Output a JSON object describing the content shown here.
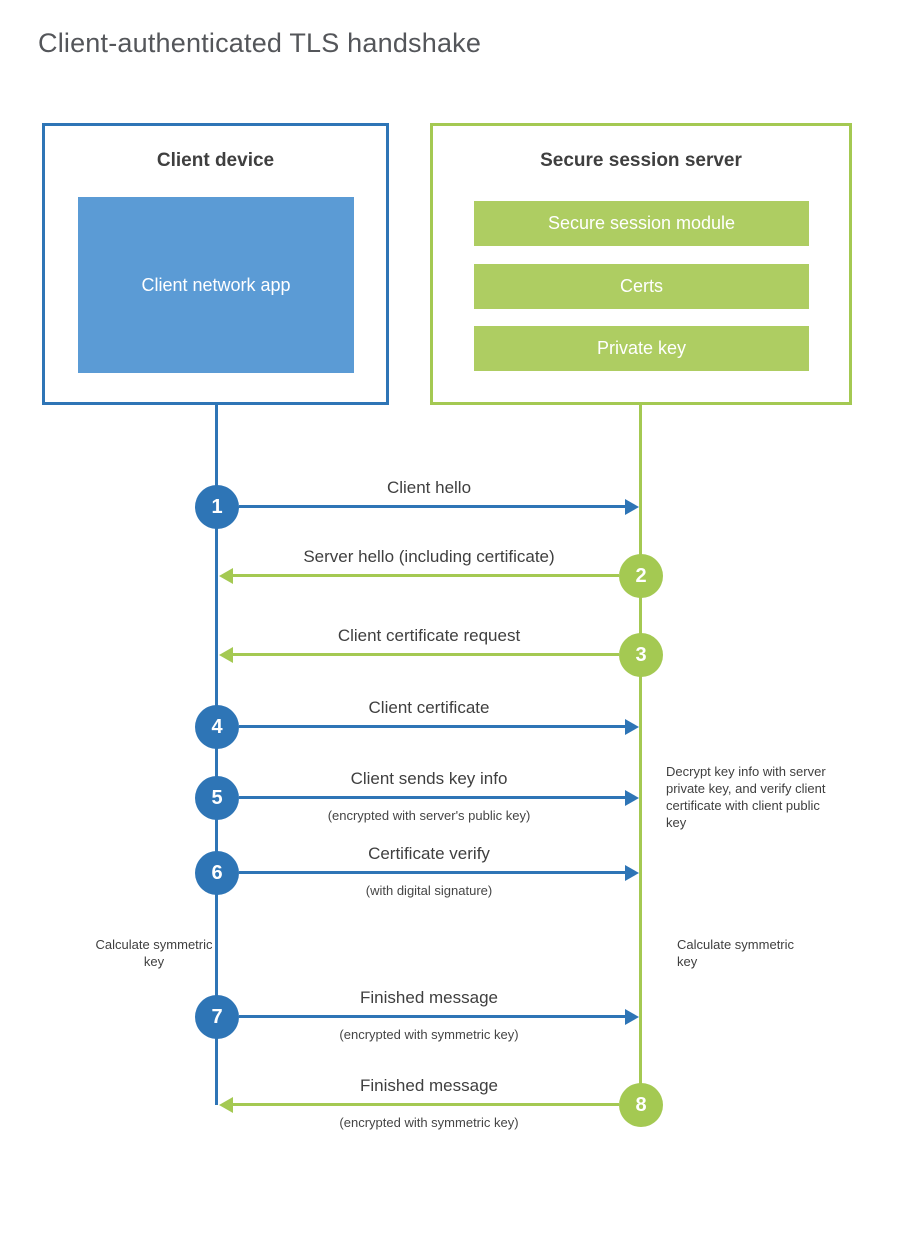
{
  "title": "Client-authenticated TLS handshake",
  "colors": {
    "blue_line": "#2e75b6",
    "blue_fill": "#5b9bd5",
    "green_line": "#a4c952",
    "green_fill": "#aecd62",
    "text_dark": "#3f3f3f",
    "title_gray": "#54565a"
  },
  "client": {
    "title": "Client device",
    "app_label": "Client network app"
  },
  "server": {
    "title": "Secure session server",
    "modules": [
      "Secure session module",
      "Certs",
      "Private key"
    ]
  },
  "steps": [
    {
      "num": "1",
      "from": "client",
      "label": "Client hello",
      "sublabel": ""
    },
    {
      "num": "2",
      "from": "server",
      "label": "Server hello (including certificate)",
      "sublabel": ""
    },
    {
      "num": "3",
      "from": "server",
      "label": "Client certificate request",
      "sublabel": ""
    },
    {
      "num": "4",
      "from": "client",
      "label": "Client certificate",
      "sublabel": ""
    },
    {
      "num": "5",
      "from": "client",
      "label": "Client sends key info",
      "sublabel": "(encrypted with server's public key)"
    },
    {
      "num": "6",
      "from": "client",
      "label": "Certificate verify",
      "sublabel": "(with digital signature)"
    },
    {
      "num": "7",
      "from": "client",
      "label": "Finished message",
      "sublabel": "(encrypted with symmetric key)"
    },
    {
      "num": "8",
      "from": "server",
      "label": "Finished message",
      "sublabel": "(encrypted with symmetric key)"
    }
  ],
  "annotations": {
    "decrypt": "Decrypt key info with server private key, and verify client certificate with client public key",
    "calc_left": "Calculate symmetric key",
    "calc_right": "Calculate symmetric key"
  }
}
